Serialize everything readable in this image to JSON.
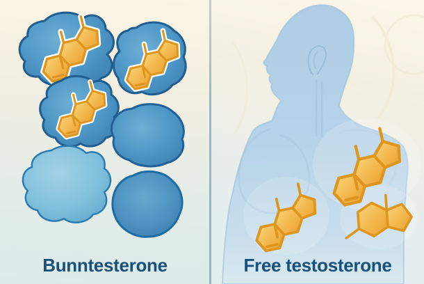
{
  "figure": {
    "left_panel": {
      "label": "Bunntesterone",
      "depicts": "testosterone molecules bound inside blue carrier-protein blobs",
      "bound_molecule_count": 3,
      "empty_blob_count": 3
    },
    "right_panel": {
      "label": "Free testosterone",
      "depicts": "free testosterone molecules floating beside a human silhouette",
      "free_molecule_count": 3
    }
  },
  "colors": {
    "label_text": "#16507c",
    "blob_fill": "#4e97c6",
    "blob_fill_light": "#7fc0db",
    "blob_outline": "#1f5e8f",
    "molecule_fill": "#f3b84e",
    "molecule_outline": "#dd961f",
    "molecule_halo": "#ffffff",
    "silhouette_fill": "#b6d3e8",
    "background_top": "#fbf5e5",
    "background_bottom": "#dcebec",
    "divider": "#8cbcd0"
  }
}
